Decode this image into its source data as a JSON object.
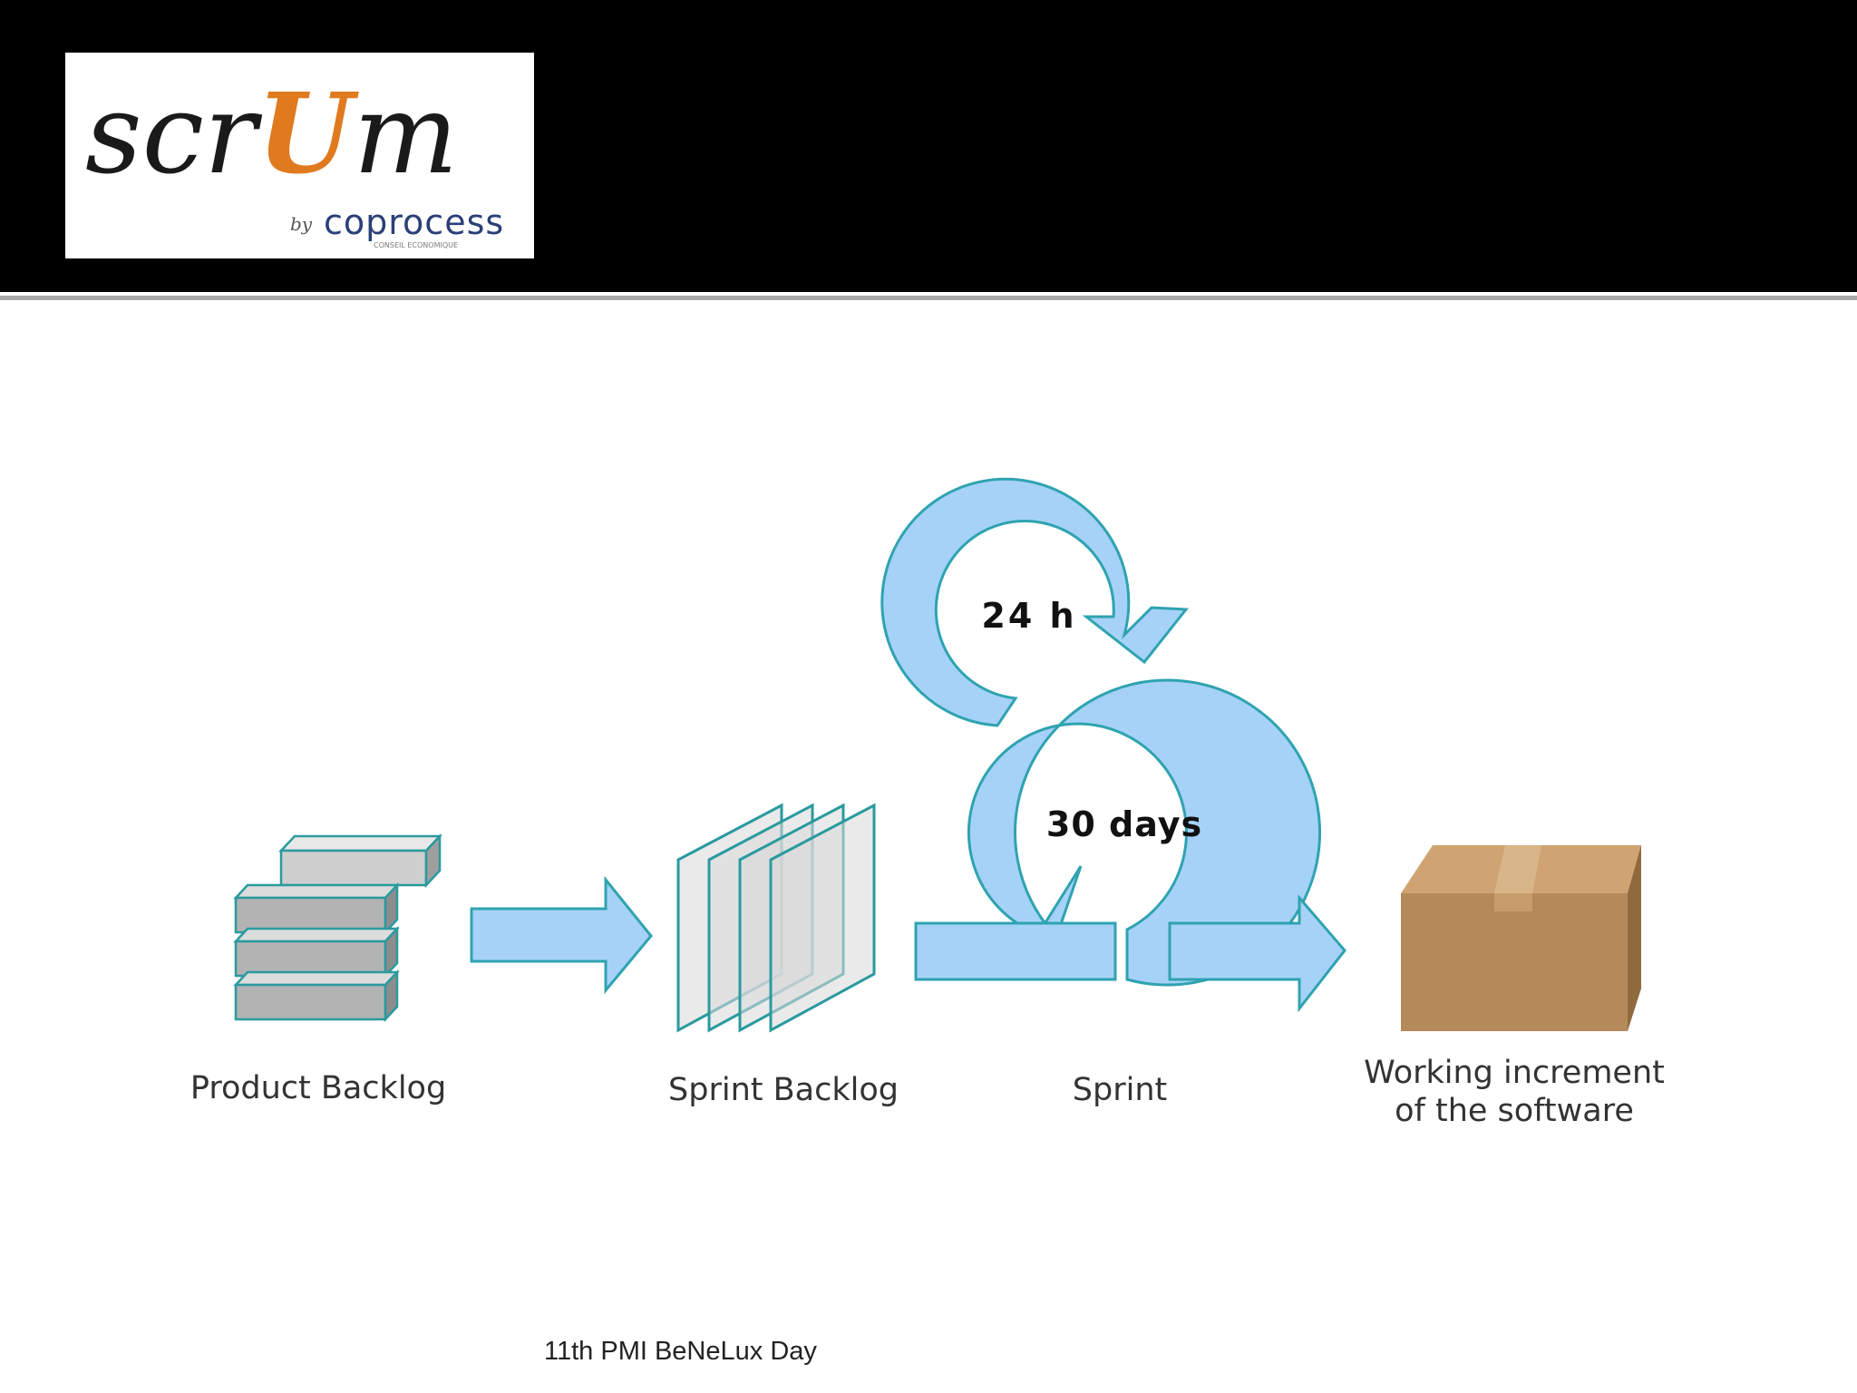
{
  "logo": {
    "word_left": "scr",
    "word_u": "U",
    "word_right": "m",
    "by": "by",
    "company": "coprocess",
    "company_sub": "CONSEIL ECONOMIQUE"
  },
  "diagram": {
    "daily_cycle": "24 h",
    "sprint_cycle": "30 days",
    "stages": {
      "product_backlog": "Product Backlog",
      "sprint_backlog": "Sprint Backlog",
      "sprint": "Sprint",
      "increment_line1": "Working increment",
      "increment_line2": "of the software"
    }
  },
  "footer": {
    "text": "11th PMI BeNeLux Day"
  },
  "colors": {
    "arrow_fill": "#a6d2f7",
    "arrow_stroke": "#2fa3b0",
    "brick_fill": "#b3b3b3",
    "box_fill": "#b48a5a",
    "logo_accent": "#e07a1f",
    "logo_blue": "#2b3f78"
  }
}
